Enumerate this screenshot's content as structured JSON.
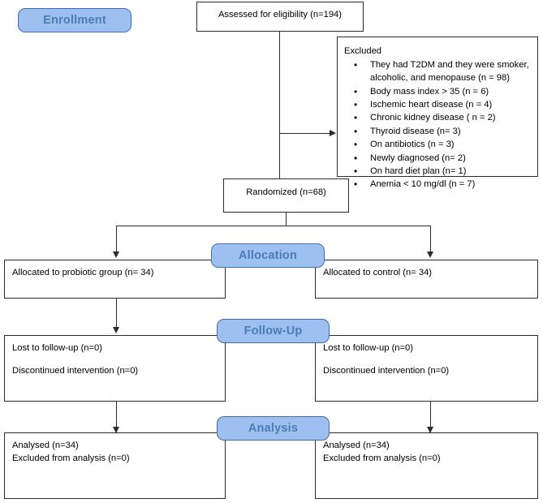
{
  "diagram": {
    "title": "CONSORT participant flow diagram",
    "accent_blue": "#9ec0f0",
    "accent_blue_text": "#4a7cb5",
    "line_color": "#2b2b2b"
  },
  "stages": {
    "enrollment": "Enrollment",
    "allocation": "Allocation",
    "followup": "Follow-Up",
    "analysis": "Analysis"
  },
  "enrollment": {
    "assessed": "Assessed for eligibility (n=194)",
    "excluded_title": "Excluded",
    "excluded_items": [
      "They had T2DM and they were smoker, alcoholic, and menopause (n = 98)",
      "Body mass index > 35 (n = 6)",
      "Ischemic heart disease (n = 4)",
      "Chronic kidney disease ( n = 2)",
      "Thyroid disease (n= 3)",
      "On antibiotics (n = 3)",
      "Newly diagnosed (n= 2)",
      "On hard diet plan (n= 1)",
      "Anemia < 10 mg/dl (n = 7)"
    ],
    "randomized": "Randomized (n=68)"
  },
  "allocation": {
    "left": "Allocated to probiotic group (n= 34)",
    "right": "Allocated to control (n= 34)"
  },
  "followup": {
    "left_lost": "Lost to follow-up (n=0)",
    "left_discontinued": "Discontinued intervention (n=0)",
    "right_lost": "Lost to follow-up (n=0)",
    "right_discontinued": "Discontinued intervention (n=0)"
  },
  "analysis": {
    "left_analysed": "Analysed (n=34)",
    "left_excluded": "Excluded from analysis (n=0)",
    "right_analysed": "Analysed (n=34)",
    "right_excluded": "Excluded from analysis (n=0)"
  }
}
